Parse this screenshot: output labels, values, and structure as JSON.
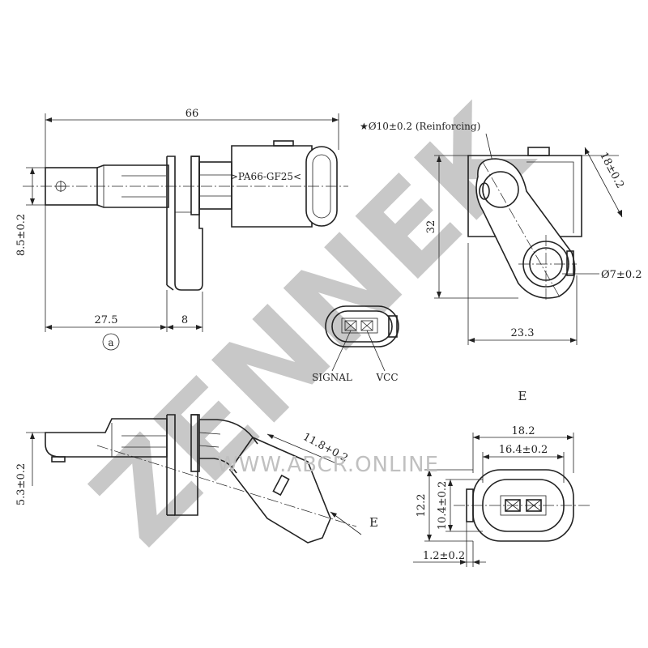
{
  "watermark": {
    "brand": "ZENNEK",
    "url": "WWW.ABCR.ONLINE"
  },
  "top_view": {
    "dim_length": "66",
    "dim_height": "8.5±0.2",
    "dim_body": "27.5",
    "dim_ear": "8",
    "material": ">PA66-GF25<",
    "view_marker": "a"
  },
  "connector_small": {
    "signal": "SIGNAL",
    "vcc": "VCC"
  },
  "flange_view": {
    "reinforcing": "★Ø10±0.2 (Reinforcing)",
    "dim_height": "32",
    "dim_diag": "18±0.2",
    "dim_hole": "Ø7±0.2",
    "dim_width": "23.3"
  },
  "side_view": {
    "dim_height": "5.3±0.2",
    "dim_diag": "11.8+0.2",
    "arrow_label": "E"
  },
  "e_view": {
    "title": "E",
    "dim_outer": "18.2",
    "dim_inner": "16.4±0.2",
    "dim_h_outer": "12.2",
    "dim_h_inner": "10.4±0.2",
    "dim_step": "1.2±0.2"
  }
}
